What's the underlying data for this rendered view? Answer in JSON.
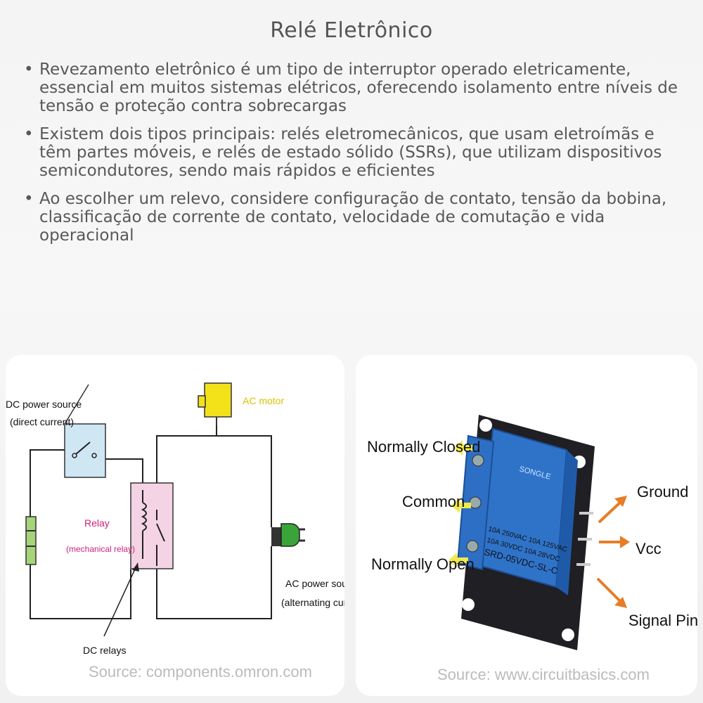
{
  "title": "Relé Eletrônico",
  "bullets": [
    "Revezamento eletrônico é um tipo de interruptor operado eletricamente, essencial em muitos sistemas elétricos, oferecendo isolamento entre níveis de tensão e proteção contra sobrecargas",
    "Existem dois tipos principais: relés eletromecânicos, que usam eletroímãs e têm partes móveis, e relés de estado sólido (SSRs), que utilizam dispositivos semicondutores, sendo mais rápidos e eficientes",
    "Ao escolher um relevo, considere configuração de contato, tensão da bobina, classificação de corrente de contato, velocidade de comutação e vida operacional"
  ],
  "left_image": {
    "dc_power_source": [
      "DC power source",
      "(direct current)"
    ],
    "ac_motor": "AC motor",
    "relay": [
      "Relay",
      "(mechanical relay)"
    ],
    "ac_power_source": [
      "AC power source",
      "(alternating current)"
    ],
    "dc_relays": "DC relays",
    "source": "Source: components.omron.com"
  },
  "right_image": {
    "normally_closed": "Normally Closed",
    "common": "Common",
    "normally_open": "Normally Open",
    "ground": "Ground",
    "vcc": "Vcc",
    "signal_pin": "Signal Pin",
    "relay_brand": "SONGLE",
    "relay_specs": [
      "10A 250VAC  10A 125VAC",
      "10A 30VDC  10A 28VDC",
      "SRD-05VDC-SL-C"
    ],
    "source": "Source: www.circuitbasics.com"
  }
}
